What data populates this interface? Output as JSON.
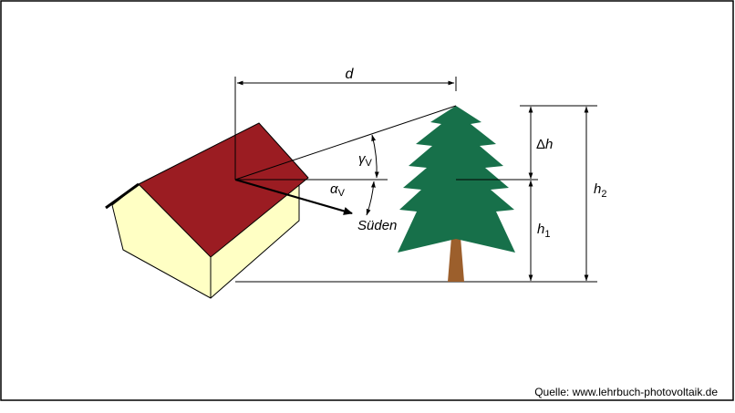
{
  "labels": {
    "distance": "d",
    "elevation_angle_symbol": "γ",
    "elevation_angle_sub": "V",
    "azimuth_angle_symbol": "α",
    "azimuth_angle_sub": "V",
    "south": "Süden",
    "delta_h_symbol": "Δ",
    "delta_h_var": "h",
    "h1_var": "h",
    "h1_sub": "1",
    "h2_var": "h",
    "h2_sub": "2"
  },
  "source": "Quelle: www.lehrbuch-photovoltaik.de",
  "colors": {
    "roof": "#9b1c22",
    "wall": "#ffffc4",
    "tree": "#17704a",
    "trunk": "#9c5f2c",
    "line": "#000000",
    "border": "#000000"
  }
}
